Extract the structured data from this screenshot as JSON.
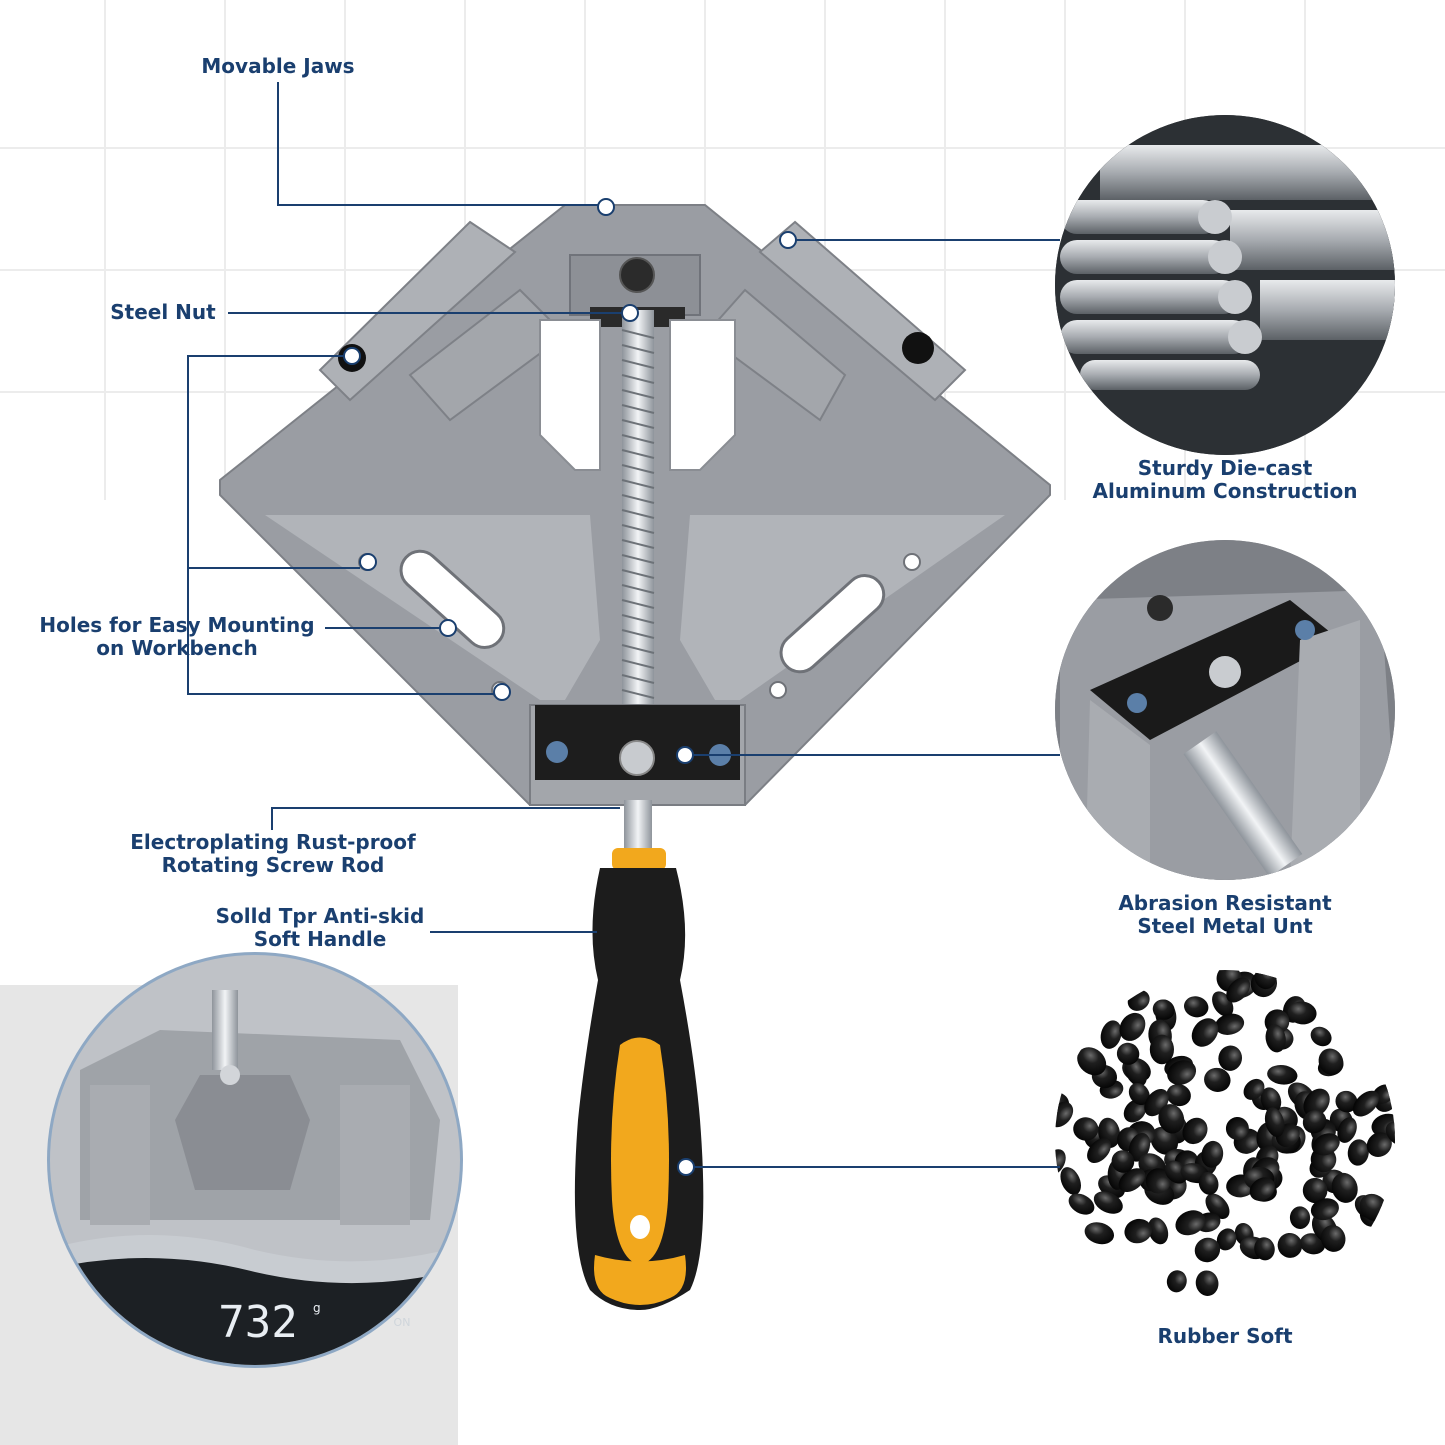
{
  "colors": {
    "label_text": "#1a3f6f",
    "leader_line": "#1a3f6f",
    "clamp_body": "#9a9da3",
    "handle_black": "#1c1c1c",
    "handle_yellow": "#f2a81d",
    "grid_line": "#ececec",
    "lower_left_panel": "#e6e6e6"
  },
  "callouts": {
    "movable_jaws": "Movable Jaws",
    "steel_nut": "Steel Nut",
    "holes_line1": "Holes for Easy Mounting",
    "holes_line2": "on Workbench",
    "screw_line1": "Electroplating Rust-proof",
    "screw_line2": "Rotating Screw Rod",
    "handle_line1": "Solld Tpr Anti-skid",
    "handle_line2": "Soft Handle",
    "aluminum_line1": "Sturdy Die-cast",
    "aluminum_line2": "Aluminum Construction",
    "steel_unit_line1": "Abrasion Resistant",
    "steel_unit_line2": "Steel Metal Unt",
    "rubber": "Rubber Soft"
  },
  "scale_display": {
    "reading": "732",
    "unit": "g",
    "button": "ON"
  },
  "icons": {
    "callout_marker": "circle-marker-icon",
    "aluminum_photo": "aluminum-bars-photo",
    "steel_unit_photo": "steel-jaw-photo",
    "rubber_photo": "rubber-pellets-photo",
    "scale_photo": "kitchen-scale-photo"
  }
}
